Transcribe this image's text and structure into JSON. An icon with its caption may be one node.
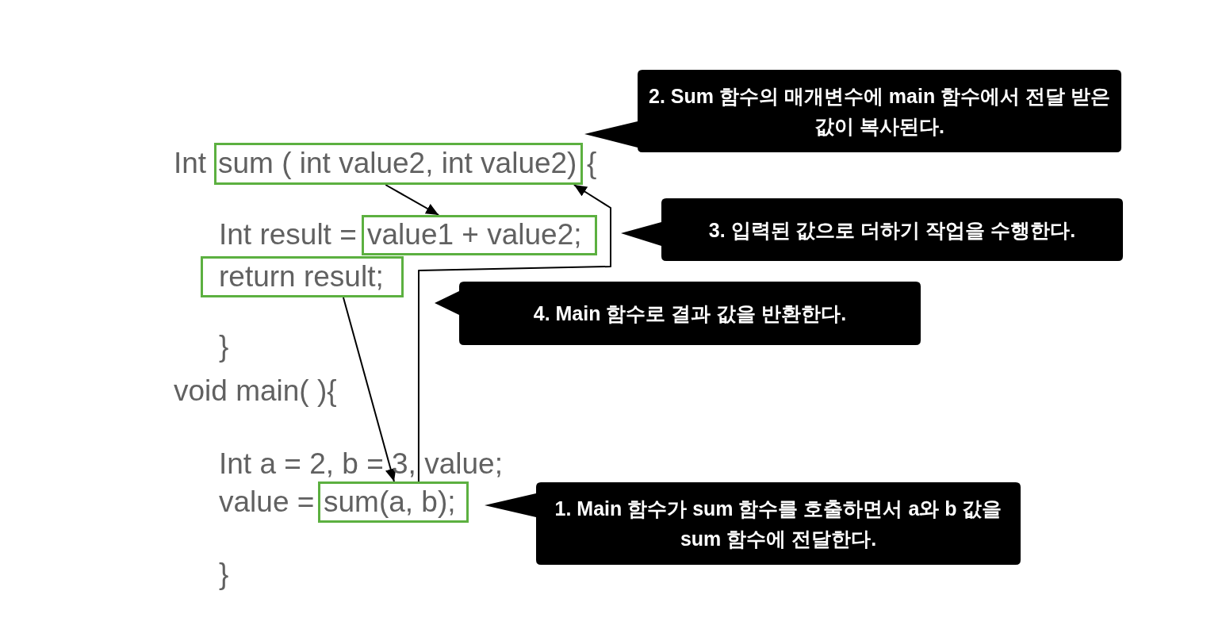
{
  "diagram": {
    "nodes": [
      {
        "text": [
          "sum ( int value2, int value2)"
        ]
      },
      {
        "text": [
          "2. Sum 함수의 매개변수에 main 함수에서 전달 받은 값이 복사된다."
        ]
      },
      {
        "text": [
          "value1 + value2;"
        ]
      },
      {
        "text": [
          "3. 입력된 값으로 더하기 작업을 수행한다."
        ]
      },
      {
        "text": [
          "return result;"
        ]
      },
      {
        "text": [
          "4. Main 함수로 결과 값을 반환한다."
        ]
      },
      {
        "text": [
          "sum(a, b);"
        ]
      },
      {
        "text": [
          "1. Main 함수가 sum 함수를 호출하면서 a와 b 값을 sum 함수에 전달한다."
        ]
      }
    ],
    "edges": [
      {
        "from": 0,
        "to": 2,
        "arrow": "to"
      },
      {
        "from": 4,
        "to": 6,
        "arrow": "to"
      },
      {
        "from": 6,
        "to": 0,
        "arrow": "to"
      }
    ],
    "labels": [
      "Int",
      "{",
      "Int result =",
      "}",
      "void main( ){",
      "Int a = 2, b = 3, value;",
      "value =",
      "}"
    ]
  }
}
